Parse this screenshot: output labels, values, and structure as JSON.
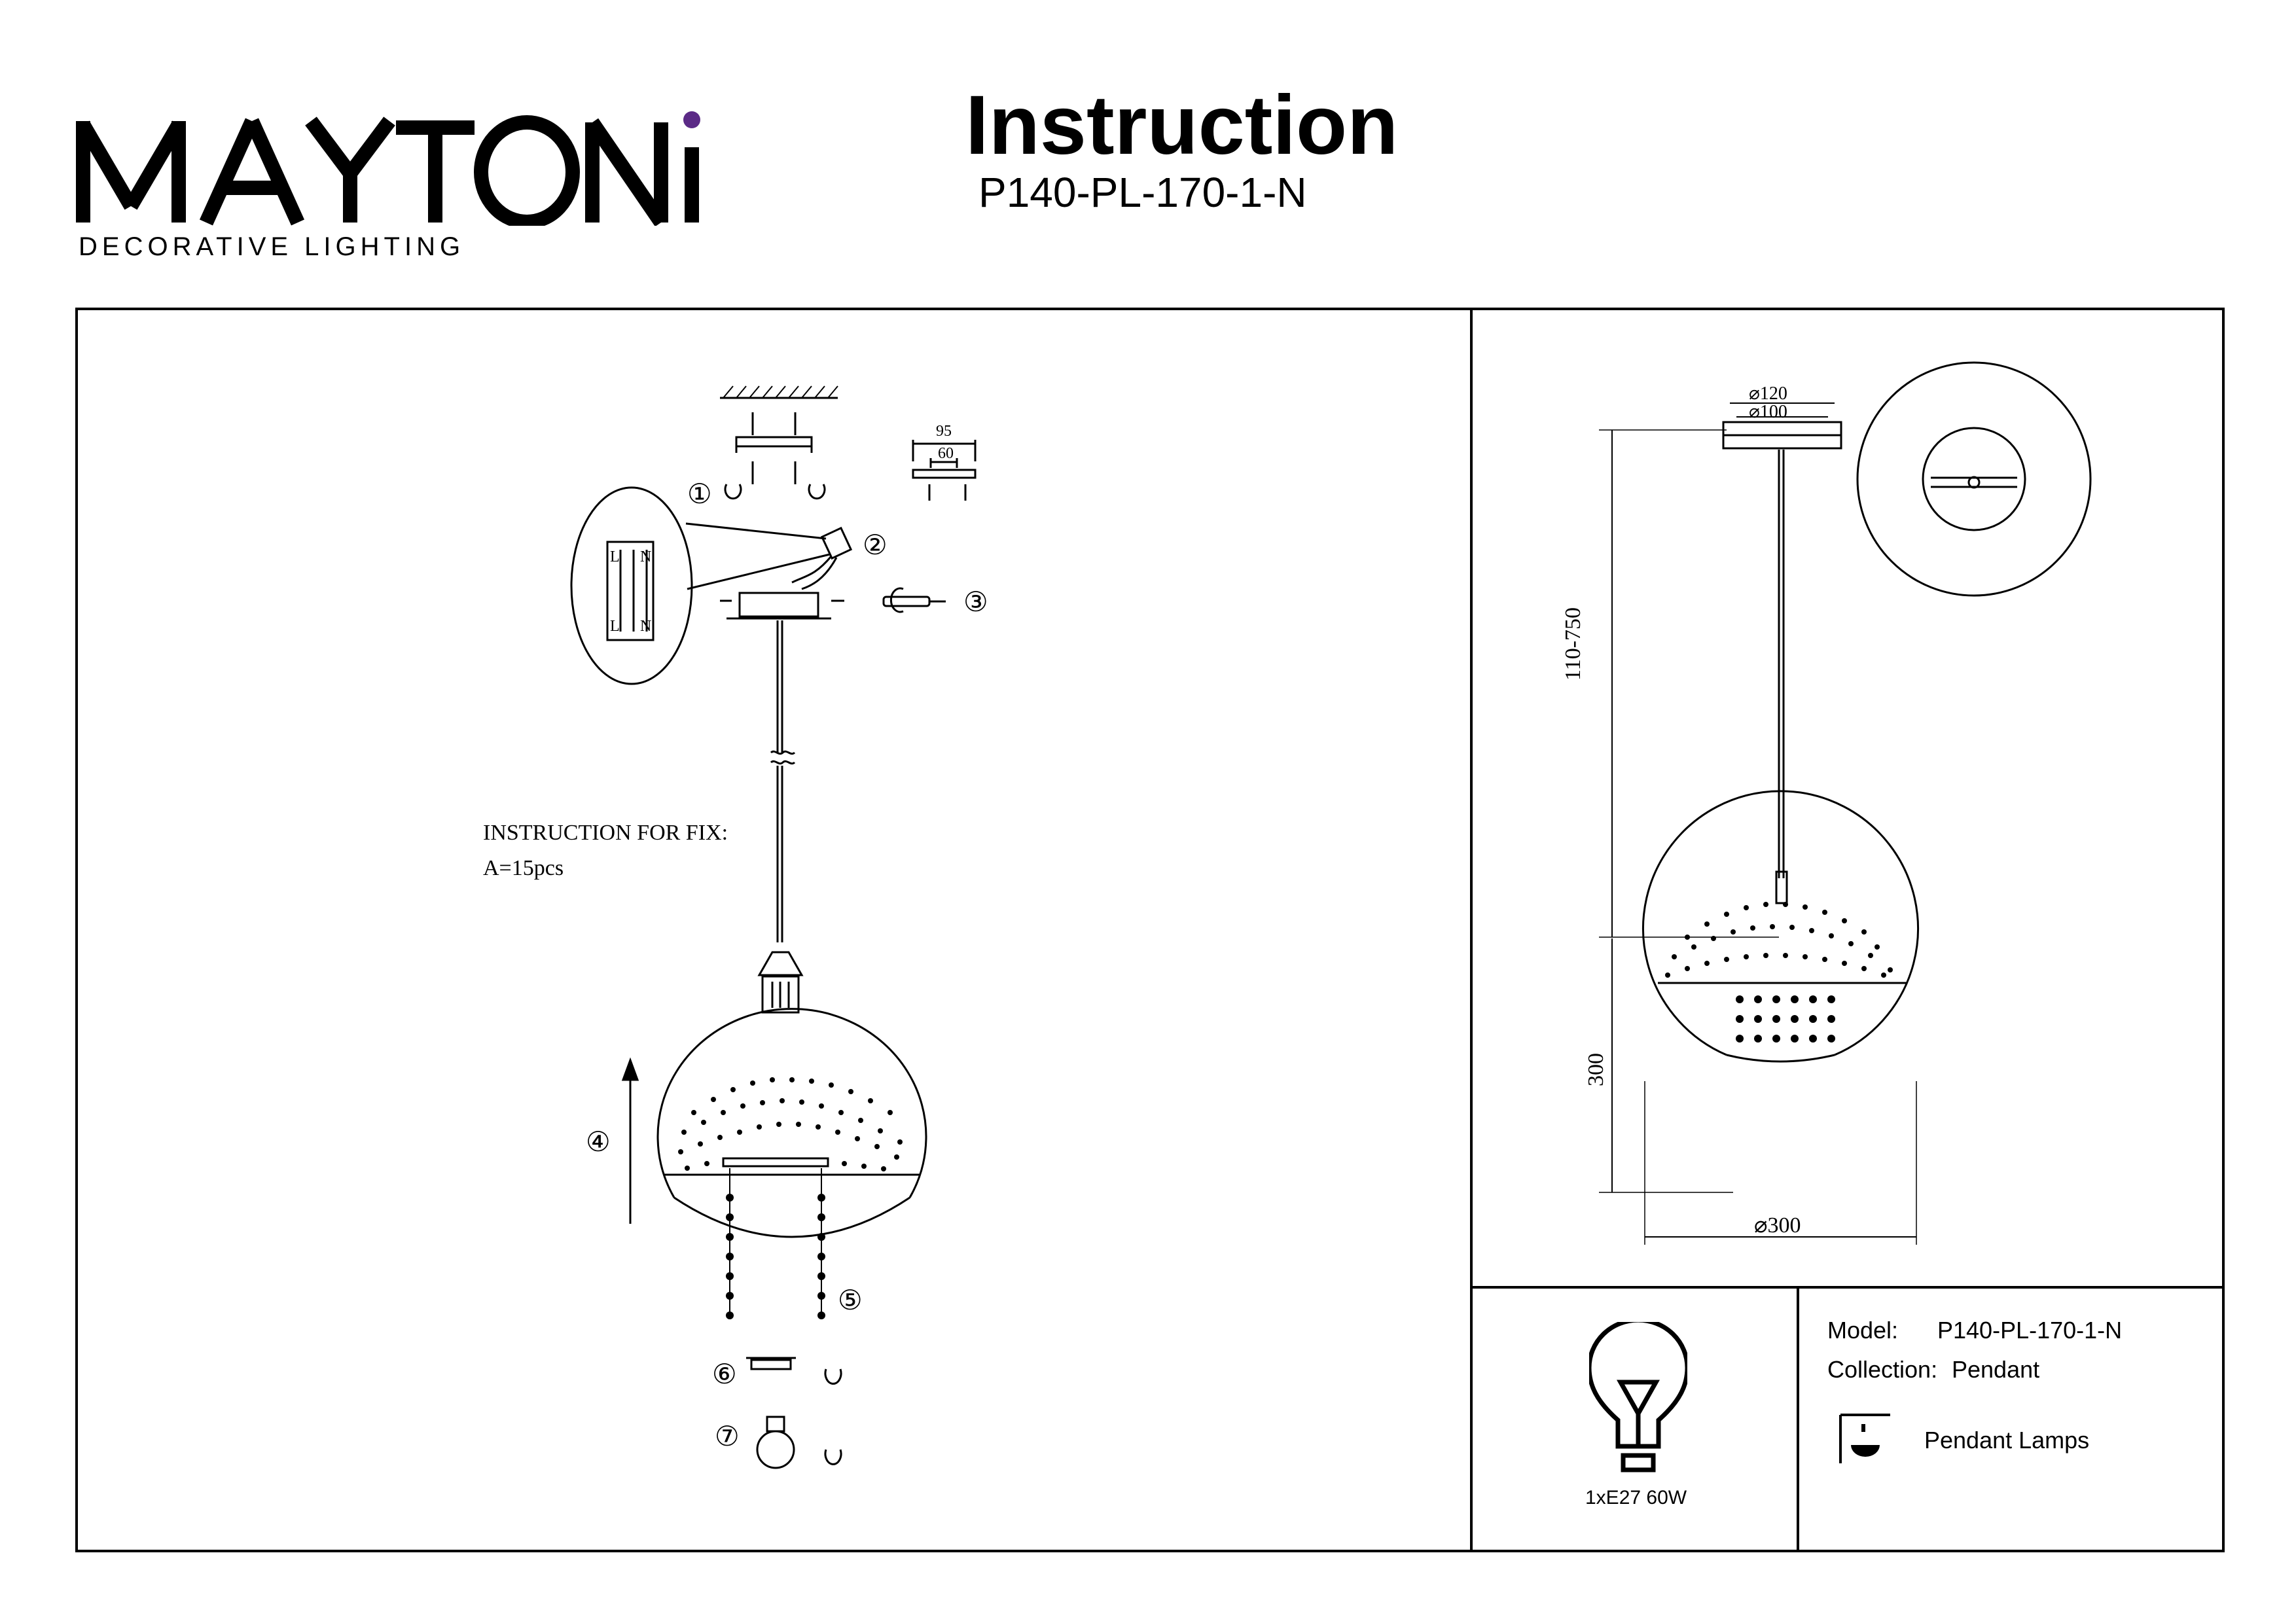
{
  "brand": {
    "name": "MAYTONI",
    "tagline": "DECORATIVE LIGHTING"
  },
  "header": {
    "title": "Instruction",
    "model_code": "P140-PL-170-1-N"
  },
  "assembly": {
    "steps": [
      "①",
      "②",
      "③",
      "④",
      "⑤",
      "⑥",
      "⑦"
    ],
    "bracket_dims": {
      "outer": "95",
      "inner": "60"
    },
    "terminal_labels": {
      "top_l": "L",
      "top_n": "N",
      "bottom_l": "L",
      "bottom_n": "N"
    },
    "fix_instruction": "INSTRUCTION FOR FIX:",
    "fix_count": "A=15pcs"
  },
  "dimensions": {
    "canopy_outer": "⌀120",
    "canopy_inner": "⌀100",
    "cable_length": "110-750",
    "shade_height": "300",
    "shade_diameter": "⌀300"
  },
  "bulb": {
    "label": "1xE27 60W"
  },
  "specs": {
    "model_label": "Model:",
    "model_value": "P140-PL-170-1-N",
    "collection_label": "Collection:",
    "collection_value": "Pendant",
    "category": "Pendant Lamps"
  },
  "colors": {
    "ink": "#000000",
    "accent_dot": "#5b2a86"
  }
}
